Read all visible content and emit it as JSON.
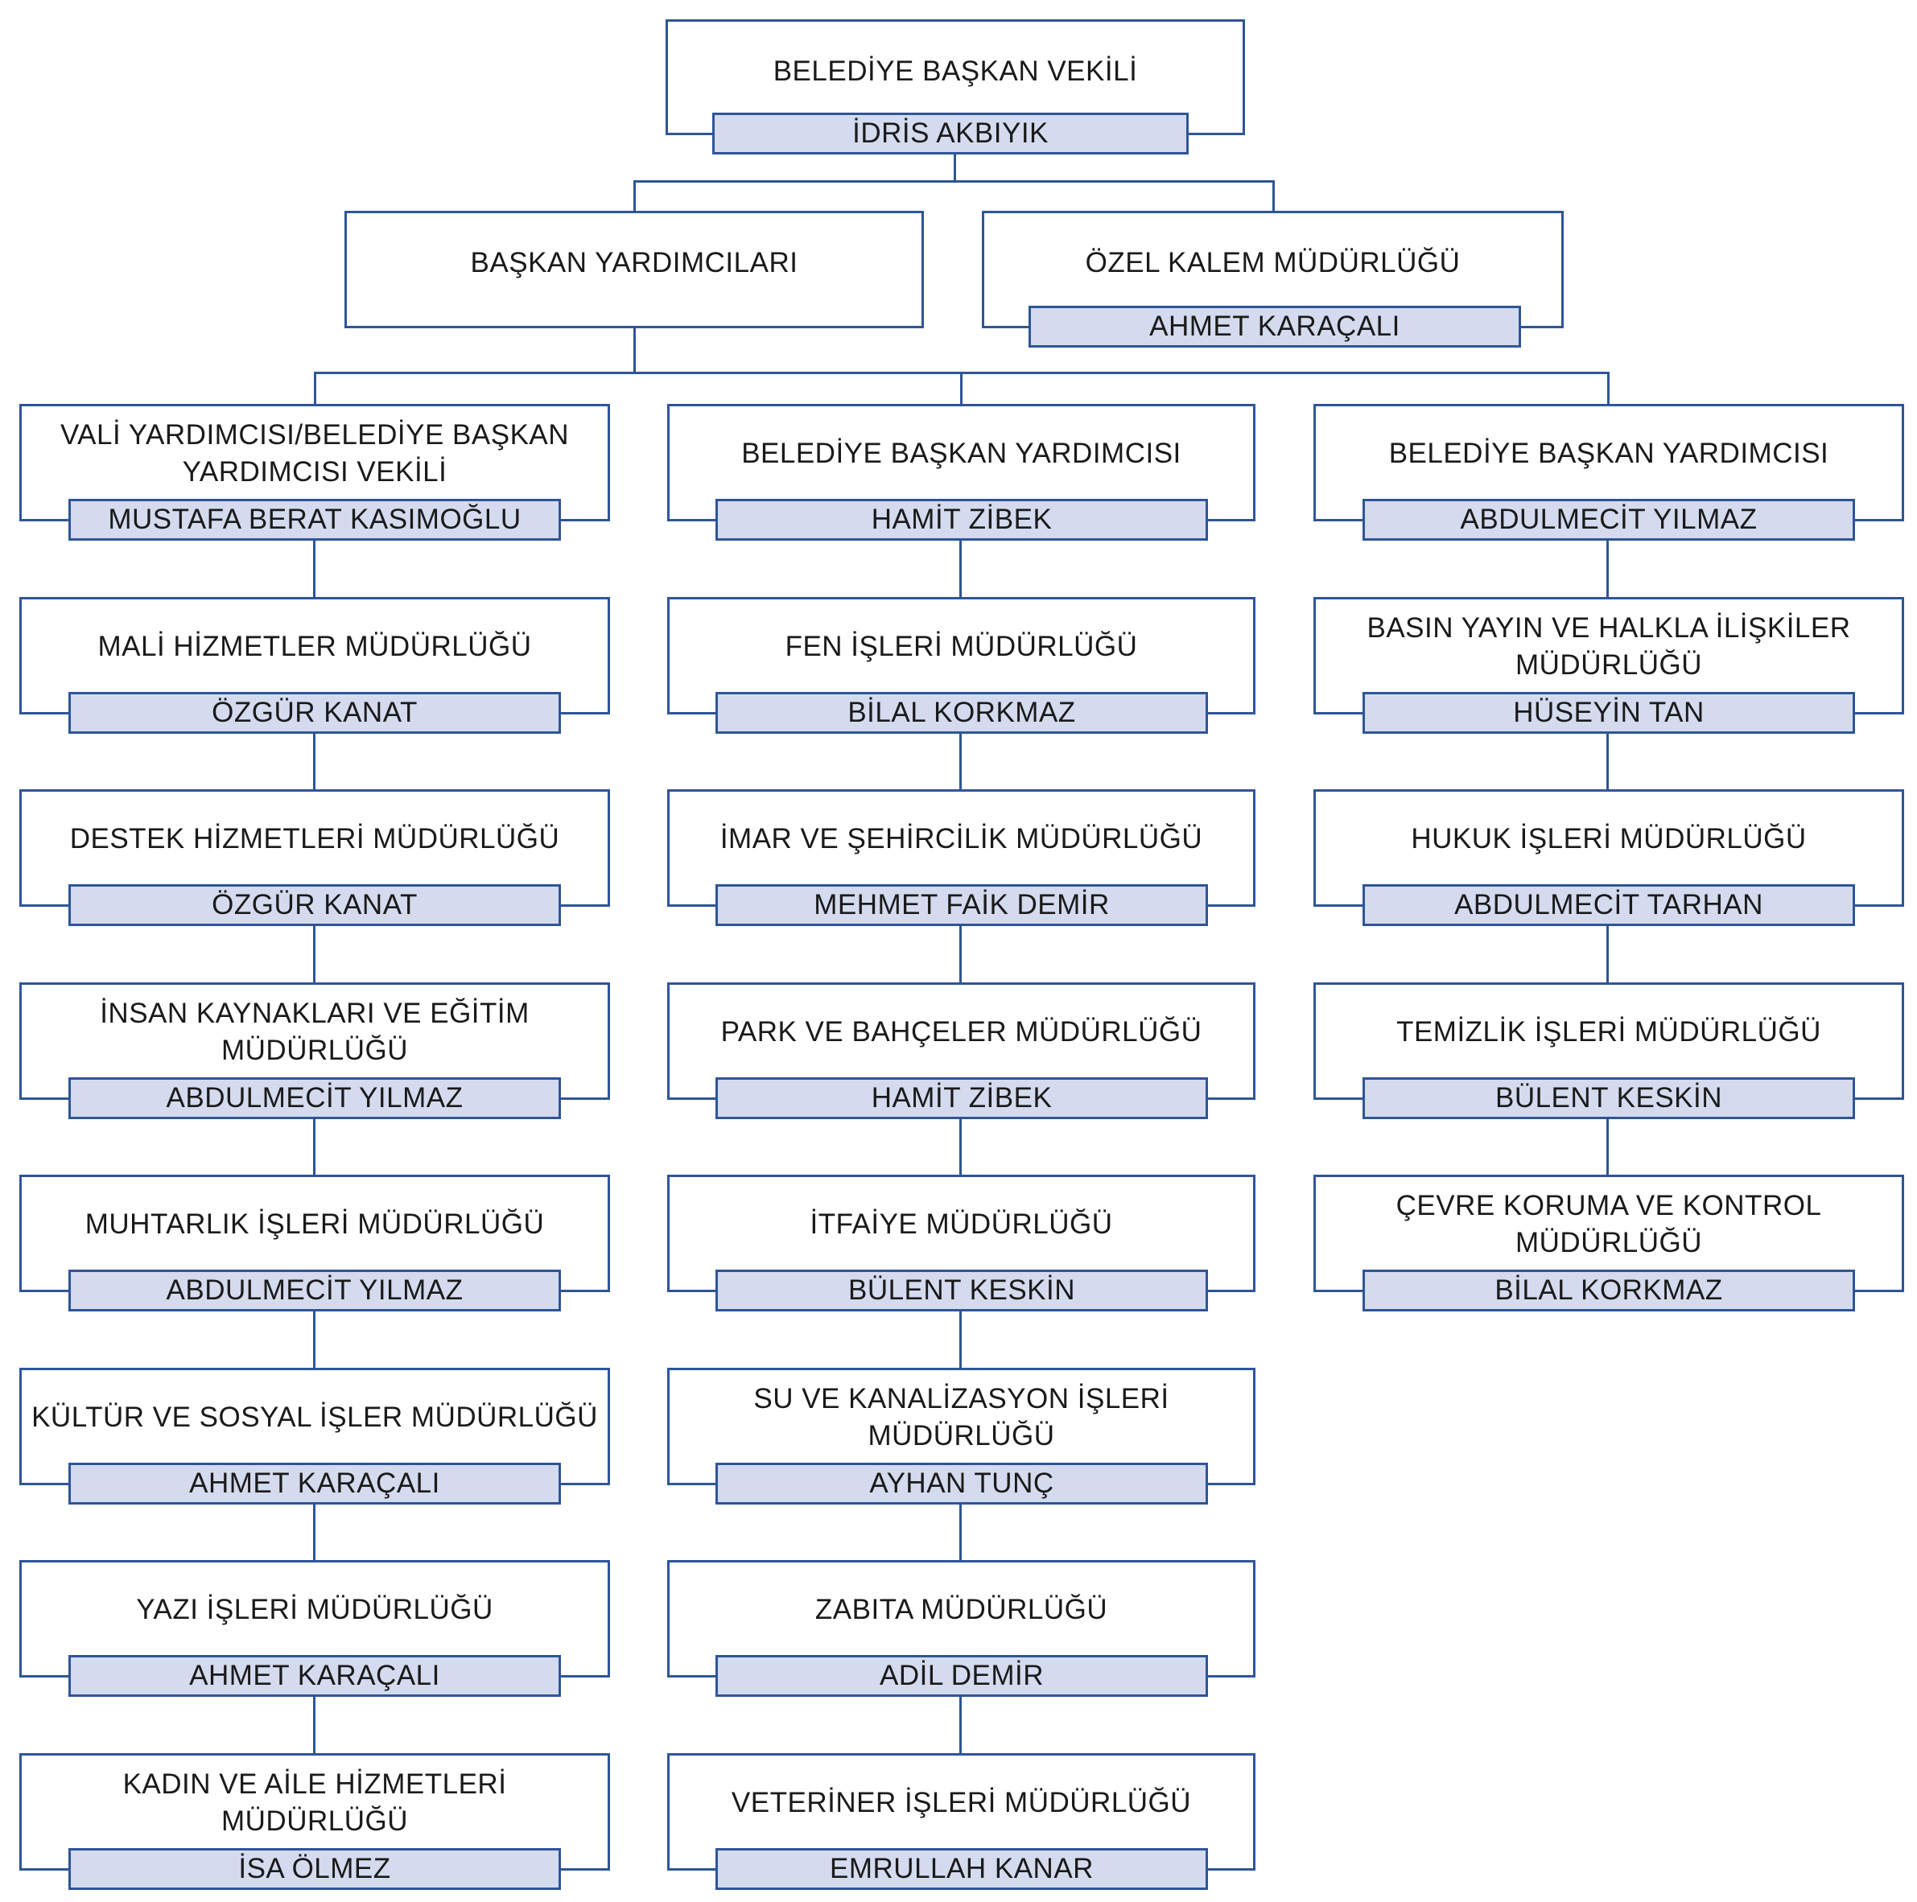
{
  "colors": {
    "border": "#2f5597",
    "name_fill": "#d4dbef",
    "box_fill": "#ffffff",
    "text": "#1a1a1a"
  },
  "org": {
    "top": {
      "title": "BELEDİYE BAŞKAN VEKİLİ",
      "name": "İDRİS AKBIYIK"
    },
    "deputies": {
      "title": "BAŞKAN YARDIMCILARI"
    },
    "private_office": {
      "title": "ÖZEL KALEM MÜDÜRLÜĞÜ",
      "name": "AHMET KARAÇALI"
    },
    "columns": [
      {
        "head": {
          "title": "VALİ YARDIMCISI/BELEDİYE BAŞKAN YARDIMCISI VEKİLİ",
          "name": "MUSTAFA BERAT KASIMOĞLU"
        },
        "units": [
          {
            "title": "MALİ HİZMETLER MÜDÜRLÜĞÜ",
            "name": "ÖZGÜR KANAT"
          },
          {
            "title": "DESTEK HİZMETLERİ MÜDÜRLÜĞÜ",
            "name": "ÖZGÜR KANAT"
          },
          {
            "title": "İNSAN KAYNAKLARI VE EĞİTİM MÜDÜRLÜĞÜ",
            "name": "ABDULMECİT YILMAZ"
          },
          {
            "title": "MUHTARLIK İŞLERİ MÜDÜRLÜĞÜ",
            "name": "ABDULMECİT YILMAZ"
          },
          {
            "title": "KÜLTÜR VE SOSYAL İŞLER MÜDÜRLÜĞÜ",
            "name": "AHMET KARAÇALI"
          },
          {
            "title": "YAZI İŞLERİ MÜDÜRLÜĞÜ",
            "name": "AHMET KARAÇALI"
          },
          {
            "title": "KADIN VE AİLE HİZMETLERİ MÜDÜRLÜĞÜ",
            "name": "İSA ÖLMEZ"
          }
        ]
      },
      {
        "head": {
          "title": "BELEDİYE BAŞKAN YARDIMCISI",
          "name": "HAMİT ZİBEK"
        },
        "units": [
          {
            "title": "FEN İŞLERİ MÜDÜRLÜĞÜ",
            "name": "BİLAL KORKMAZ"
          },
          {
            "title": "İMAR VE ŞEHİRCİLİK MÜDÜRLÜĞÜ",
            "name": "MEHMET FAİK DEMİR"
          },
          {
            "title": "PARK VE BAHÇELER MÜDÜRLÜĞÜ",
            "name": "HAMİT ZİBEK"
          },
          {
            "title": "İTFAİYE MÜDÜRLÜĞÜ",
            "name": "BÜLENT KESKİN"
          },
          {
            "title": "SU VE KANALİZASYON İŞLERİ MÜDÜRLÜĞÜ",
            "name": "AYHAN TUNÇ"
          },
          {
            "title": "ZABITA MÜDÜRLÜĞÜ",
            "name": "ADİL DEMİR"
          },
          {
            "title": "VETERİNER İŞLERİ MÜDÜRLÜĞÜ",
            "name": "EMRULLAH KANAR"
          }
        ]
      },
      {
        "head": {
          "title": "BELEDİYE BAŞKAN YARDIMCISI",
          "name": "ABDULMECİT YILMAZ"
        },
        "units": [
          {
            "title": "BASIN YAYIN VE HALKLA İLİŞKİLER MÜDÜRLÜĞÜ",
            "name": "HÜSEYİN TAN"
          },
          {
            "title": "HUKUK İŞLERİ MÜDÜRLÜĞÜ",
            "name": "ABDULMECİT TARHAN"
          },
          {
            "title": "TEMİZLİK İŞLERİ MÜDÜRLÜĞÜ",
            "name": "BÜLENT KESKİN"
          },
          {
            "title": "ÇEVRE KORUMA VE KONTROL MÜDÜRLÜĞÜ",
            "name": "BİLAL KORKMAZ"
          }
        ]
      }
    ]
  }
}
